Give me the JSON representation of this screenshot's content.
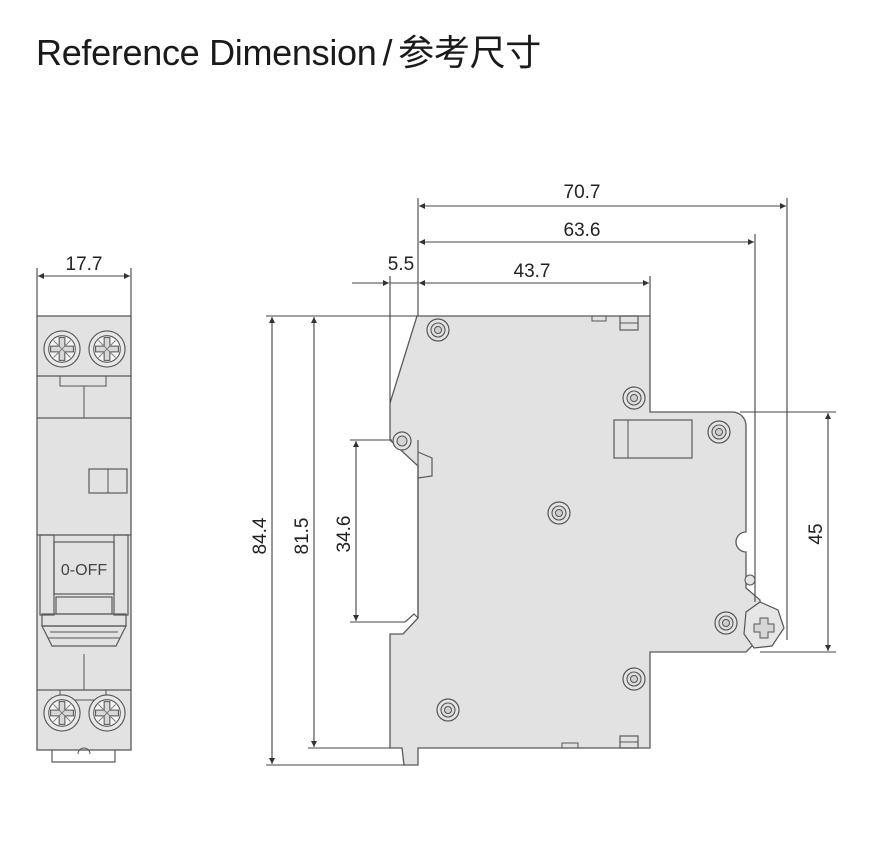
{
  "title": {
    "english": "Reference Dimension",
    "separator": "/",
    "chinese": "参考尺寸"
  },
  "front_view": {
    "width_label": "17.7",
    "switch_label": "0-OFF"
  },
  "side_view": {
    "overall_depth": "70.7",
    "depth_to_terminal": "63.6",
    "depth_to_front": "43.7",
    "rail_offset": "5.5",
    "overall_height": "84.4",
    "body_height": "81.5",
    "rail_height": "34.6",
    "front_face_height": "45"
  },
  "colors": {
    "body": "#e2e2e2",
    "outline": "#5a5a5a",
    "text": "#1a1a1a"
  }
}
